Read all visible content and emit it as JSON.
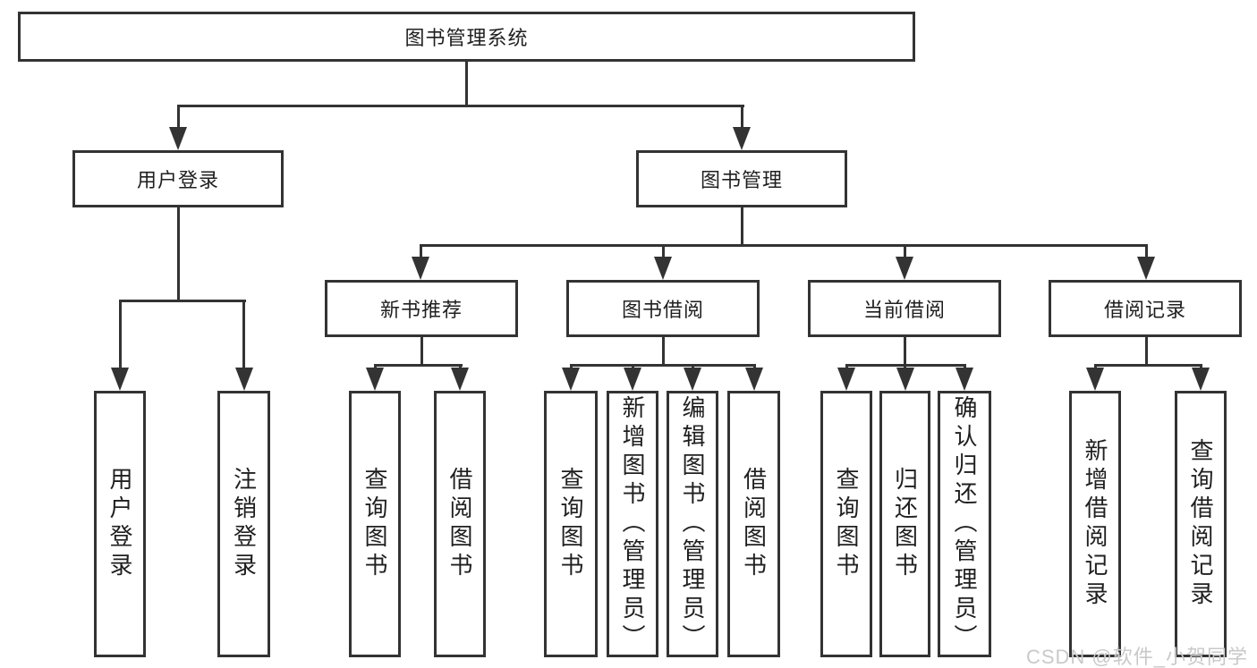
{
  "title": "图书管理系统",
  "level2": {
    "user_login": "用户登录",
    "book_management": "图书管理"
  },
  "level3": {
    "new_books": "新书推荐",
    "book_borrow": "图书借阅",
    "current_borrow": "当前借阅",
    "borrow_records": "借阅记录"
  },
  "leaves": {
    "login": "用户登录",
    "logout": "注销登录",
    "nb_query": "查询图书",
    "nb_borrow": "借阅图书",
    "bb_query": "查询图书",
    "bb_add": "新增图书（管理员）",
    "bb_edit": "编辑图书（管理员）",
    "bb_borrow": "借阅图书",
    "cb_query": "查询图书",
    "cb_return": "归还图书",
    "cb_confirm": "确认归还（管理员）",
    "rec_add": "新增借阅记录",
    "rec_query": "查询借阅记录"
  },
  "watermark": "CSDN @软件_小贺同学",
  "colors": {
    "line": "#333333",
    "text": "#1f1f1f",
    "watermark": "#c9c9c9",
    "background": "#ffffff"
  }
}
